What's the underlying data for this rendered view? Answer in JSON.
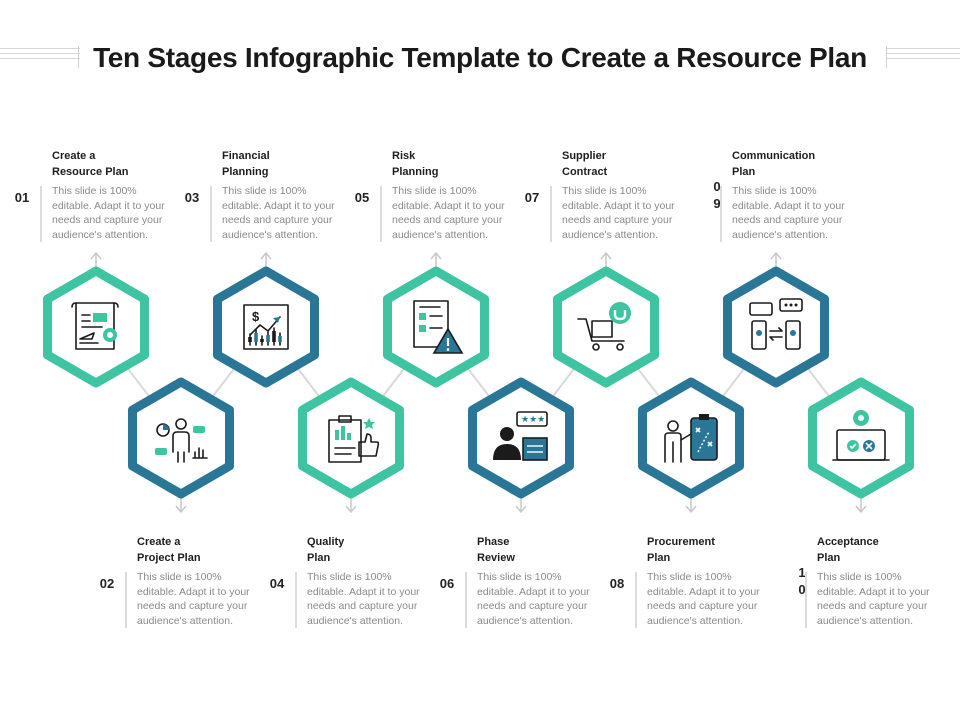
{
  "title": "Ten Stages Infographic Template to Create a Resource Plan",
  "colors": {
    "teal": "#3fc4a1",
    "blue": "#2a7696",
    "ink": "#1b1b1b",
    "connector": "#d9d9d9",
    "text_gray": "#8a8a8a"
  },
  "stages": [
    {
      "number": "01",
      "title": "Create a\nResource Plan",
      "description": "This slide is 100% editable. Adapt it to your needs and capture your audience's attention.",
      "icon": "resource-plan-document-icon",
      "color": "teal"
    },
    {
      "number": "02",
      "title": "Create a\nProject Plan",
      "description": "This slide is 100% editable. Adapt it to your needs and capture your audience's attention.",
      "icon": "project-plan-presenter-icon",
      "color": "blue"
    },
    {
      "number": "03",
      "title": "Financial\nPlanning",
      "description": "This slide is 100% editable. Adapt it to your needs and capture your audience's attention.",
      "icon": "financial-chart-icon",
      "color": "blue"
    },
    {
      "number": "04",
      "title": "Quality\nPlan",
      "description": "This slide is 100% editable. Adapt it to your needs and capture your audience's attention.",
      "icon": "quality-clipboard-thumbs-up-icon",
      "color": "teal"
    },
    {
      "number": "05",
      "title": "Risk\nPlanning",
      "description": "This slide is 100% editable. Adapt it to your needs and capture your audience's attention.",
      "icon": "risk-checklist-warning-icon",
      "color": "teal"
    },
    {
      "number": "06",
      "title": "Phase\nReview",
      "description": "This slide is 100% editable. Adapt it to your needs and capture your audience's attention.",
      "icon": "phase-review-rating-icon",
      "color": "blue"
    },
    {
      "number": "07",
      "title": "Supplier\nContract",
      "description": "This slide is 100% editable. Adapt it to your needs and capture your audience's attention.",
      "icon": "supplier-cart-icon",
      "color": "teal"
    },
    {
      "number": "08",
      "title": "Procurement\nPlan",
      "description": "This slide is 100% editable. Adapt it to your needs and capture your audience's attention.",
      "icon": "procurement-strategy-board-icon",
      "color": "blue"
    },
    {
      "number": "09",
      "title": "Communication\nPlan",
      "description": "This slide is 100% editable. Adapt it to your needs and capture your audience's attention.",
      "icon": "communication-phones-icon",
      "color": "blue"
    },
    {
      "number": "10",
      "title": "Acceptance\nPlan",
      "description": "This slide is 100% editable. Adapt it to your needs and capture your audience's attention.",
      "icon": "acceptance-laptop-icon",
      "color": "teal"
    }
  ]
}
